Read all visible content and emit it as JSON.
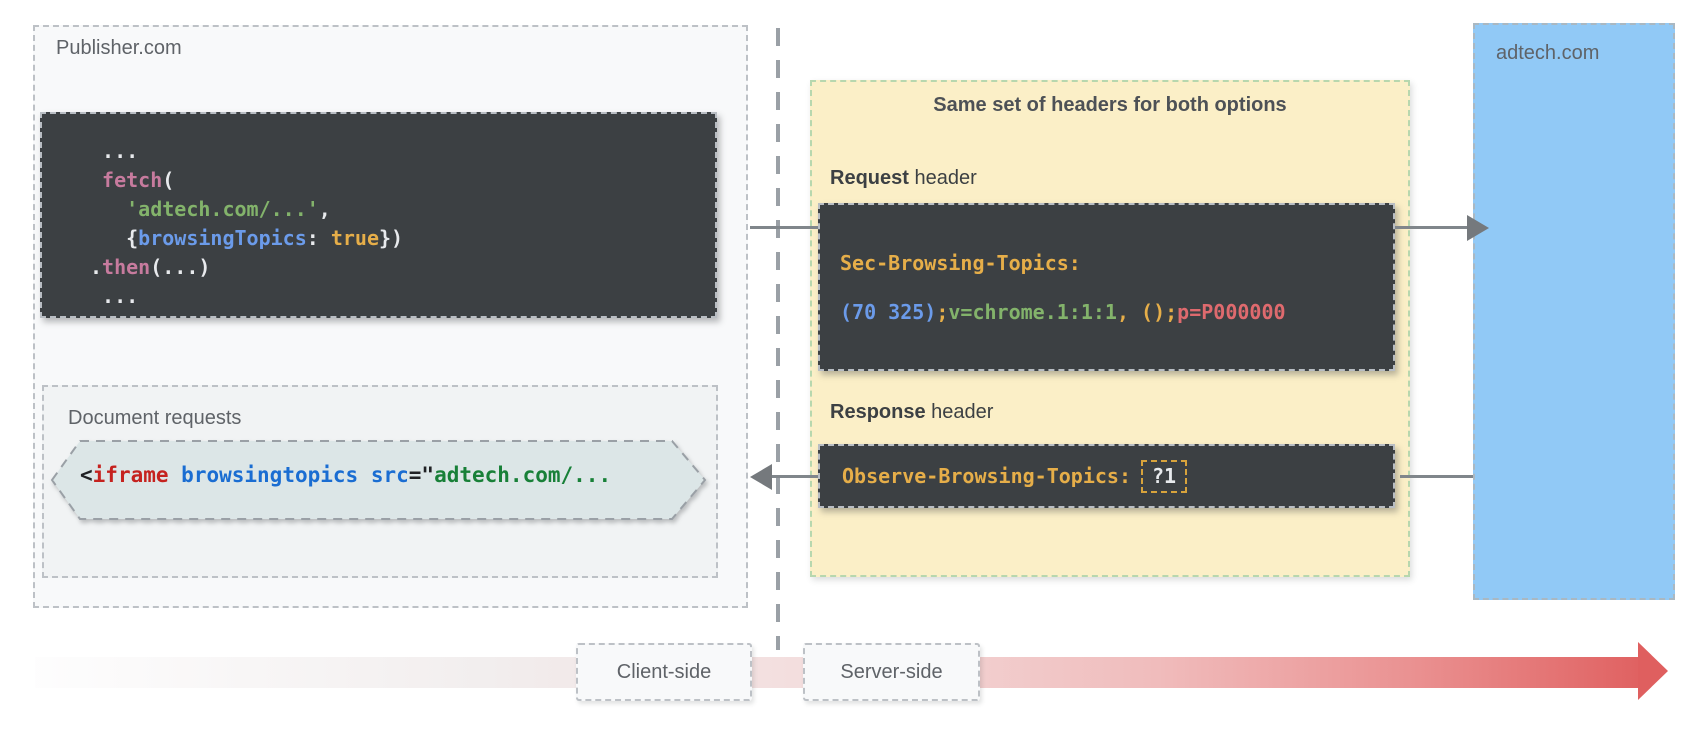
{
  "colors": {
    "panel_yellow": "#fbefc7",
    "panel_blue": "#91c9f6",
    "code_block_dark": "#3c4043",
    "arrow_gray": "#80868b",
    "timeline_red": "#e05f5f"
  },
  "publisher": {
    "label": "Publisher.com",
    "fetch_code_lines": [
      [
        {
          "t": " ...",
          "c": "white"
        }
      ],
      [
        {
          "t": " ",
          "c": "white"
        },
        {
          "t": "fetch",
          "c": "pink"
        },
        {
          "t": "(",
          "c": "white"
        }
      ],
      [
        {
          "t": "   ",
          "c": "white"
        },
        {
          "t": "'adtech.com/...'",
          "c": "green"
        },
        {
          "t": ",",
          "c": "white"
        }
      ],
      [
        {
          "t": "   {",
          "c": "white"
        },
        {
          "t": "browsingTopics",
          "c": "blue"
        },
        {
          "t": ": ",
          "c": "white"
        },
        {
          "t": "true",
          "c": "gold"
        },
        {
          "t": "})",
          "c": "white"
        }
      ],
      [
        {
          "t": ".",
          "c": "white"
        },
        {
          "t": "then",
          "c": "pink"
        },
        {
          "t": "(...)",
          "c": "white"
        }
      ],
      [
        {
          "t": " ...",
          "c": "white"
        }
      ]
    ],
    "document_requests": {
      "label": "Document requests",
      "iframe_code": [
        {
          "t": "<",
          "c": "dark"
        },
        {
          "t": "iframe",
          "c": "lred"
        },
        {
          "t": " ",
          "c": "dark"
        },
        {
          "t": "browsingtopics",
          "c": "lblue"
        },
        {
          "t": " ",
          "c": "dark"
        },
        {
          "t": "src",
          "c": "lblue"
        },
        {
          "t": "=\"",
          "c": "dark"
        },
        {
          "t": "adtech.com/...",
          "c": "lgreen"
        }
      ]
    }
  },
  "headers_panel": {
    "title": "Same set of headers for both options",
    "request_label_bold": "Request",
    "request_label_rest": " header",
    "request_code_lines": [
      [
        {
          "t": "Sec-Browsing-Topics:",
          "c": "gold"
        }
      ],
      [
        {
          "t": "(70 325)",
          "c": "blue"
        },
        {
          "t": ";",
          "c": "gold"
        },
        {
          "t": "v=chrome.1:1:1",
          "c": "green"
        },
        {
          "t": ", ()",
          "c": "gold"
        },
        {
          "t": ";",
          "c": "gold"
        },
        {
          "t": "p=P000000",
          "c": "red"
        }
      ]
    ],
    "response_label_bold": "Response",
    "response_label_rest": " header",
    "response_header_name": [
      {
        "t": "Observe-Browsing-Topics:",
        "c": "gold"
      }
    ],
    "response_flag": "?1"
  },
  "adtech": {
    "label": "adtech.com"
  },
  "timeline": {
    "client_label": "Client-side",
    "server_label": "Server-side"
  }
}
